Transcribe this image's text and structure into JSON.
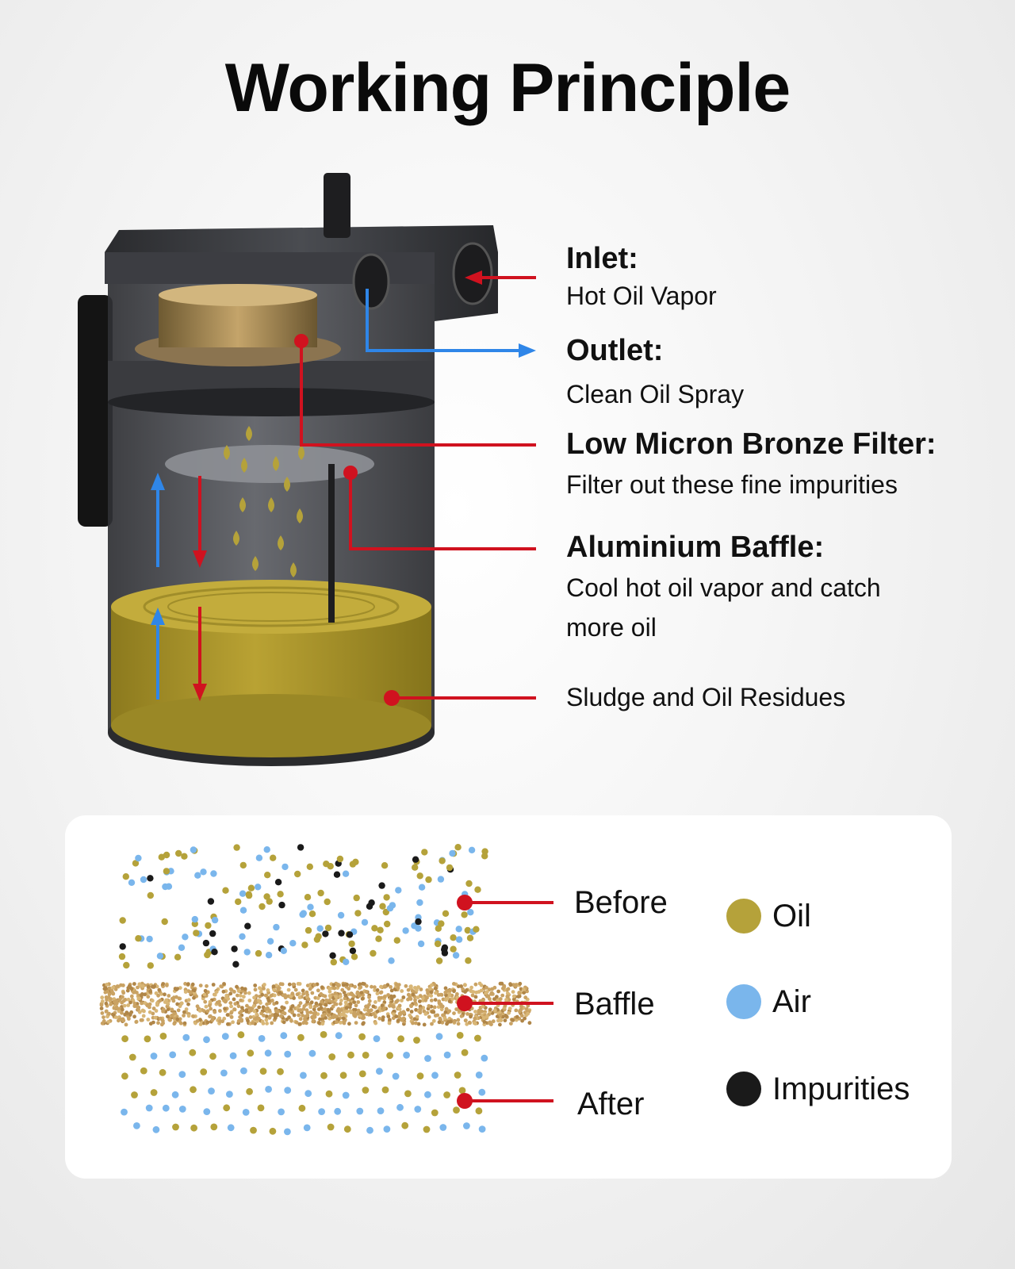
{
  "title": "Working Principle",
  "callouts": {
    "inlet": {
      "head": "Inlet:",
      "desc": "Hot Oil Vapor"
    },
    "outlet": {
      "head": "Outlet:",
      "desc": "Clean Oil Spray"
    },
    "filter": {
      "head": "Low Micron Bronze Filter:",
      "desc": "Filter out these fine impurities"
    },
    "baffle": {
      "head": "Aluminium Baffle:",
      "desc1": "Cool hot oil vapor and catch",
      "desc2": "more oil"
    },
    "sludge": {
      "desc": "Sludge and Oil Residues"
    }
  },
  "stages": {
    "before": "Before",
    "baffle": "Baffle",
    "after": "After"
  },
  "legend": [
    {
      "label": "Oil",
      "color": "#b5a23a"
    },
    {
      "label": "Air",
      "color": "#7ab6ec"
    },
    {
      "label": "Impurities",
      "color": "#1a1a1a"
    }
  ],
  "colors": {
    "red": "#d0121f",
    "blue": "#2f86e8",
    "oil": "#b5a23a",
    "bronze": "#b38a4c"
  }
}
